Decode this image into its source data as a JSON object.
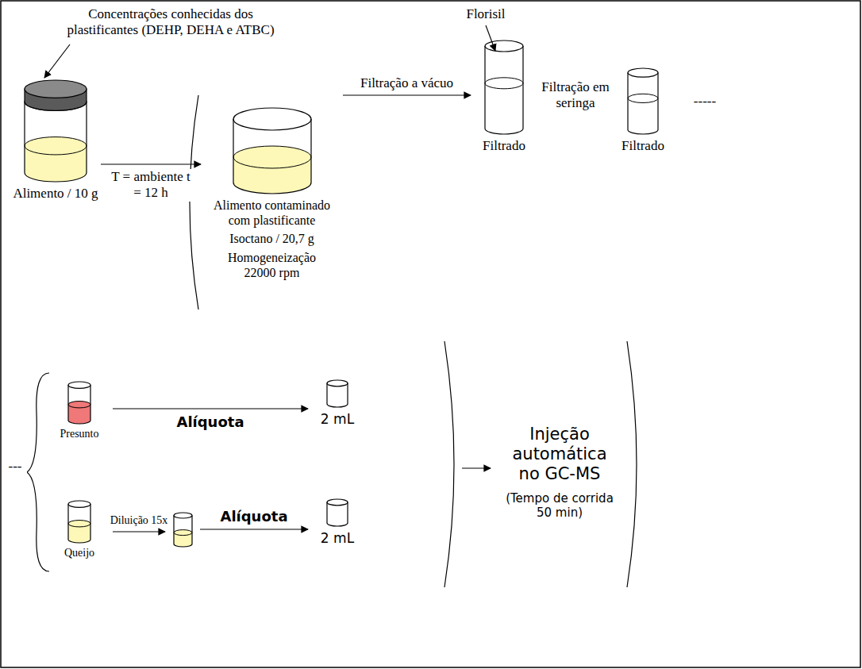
{
  "diagram": {
    "nodes": [
      {
        "text": [
          "Alimento / 10 g"
        ]
      },
      {
        "text": [
          "Alimento contaminado com plastificante",
          "Isoctano / 20,7 g",
          "Homogeneização 22000 rpm"
        ]
      },
      {
        "text": [
          "Filtrado"
        ]
      },
      {
        "text": [
          "Filtrado"
        ]
      },
      {
        "text": [
          "Presunto"
        ]
      },
      {
        "text": [
          "2 mL"
        ]
      },
      {
        "text": [
          "Queijo"
        ]
      },
      {
        "text": []
      },
      {
        "text": [
          "2 mL"
        ]
      },
      {
        "text": [
          "Injeção automática no GC-MS",
          "(Tempo de corrida 50 min)"
        ]
      }
    ],
    "edges": [
      {
        "from": 0,
        "to": 1,
        "label": "T = ambiente t = 12 h",
        "arrow": "to"
      },
      {
        "from": 1,
        "to": 2,
        "label": "Filtração a vácuo",
        "arrow": "to"
      },
      {
        "from": 4,
        "to": 5,
        "label": "Alíquota",
        "arrow": "to"
      },
      {
        "from": 6,
        "to": 7,
        "label": "Diluição 15x",
        "arrow": "to"
      },
      {
        "from": 7,
        "to": 8,
        "label": "Alíquota",
        "arrow": "to"
      }
    ],
    "labels": [
      "Concentrações conhecidas dos plastificantes (DEHP, DEHA e ATBC)",
      "Florisil",
      "Filtração em seringa",
      "-----",
      "---"
    ]
  }
}
